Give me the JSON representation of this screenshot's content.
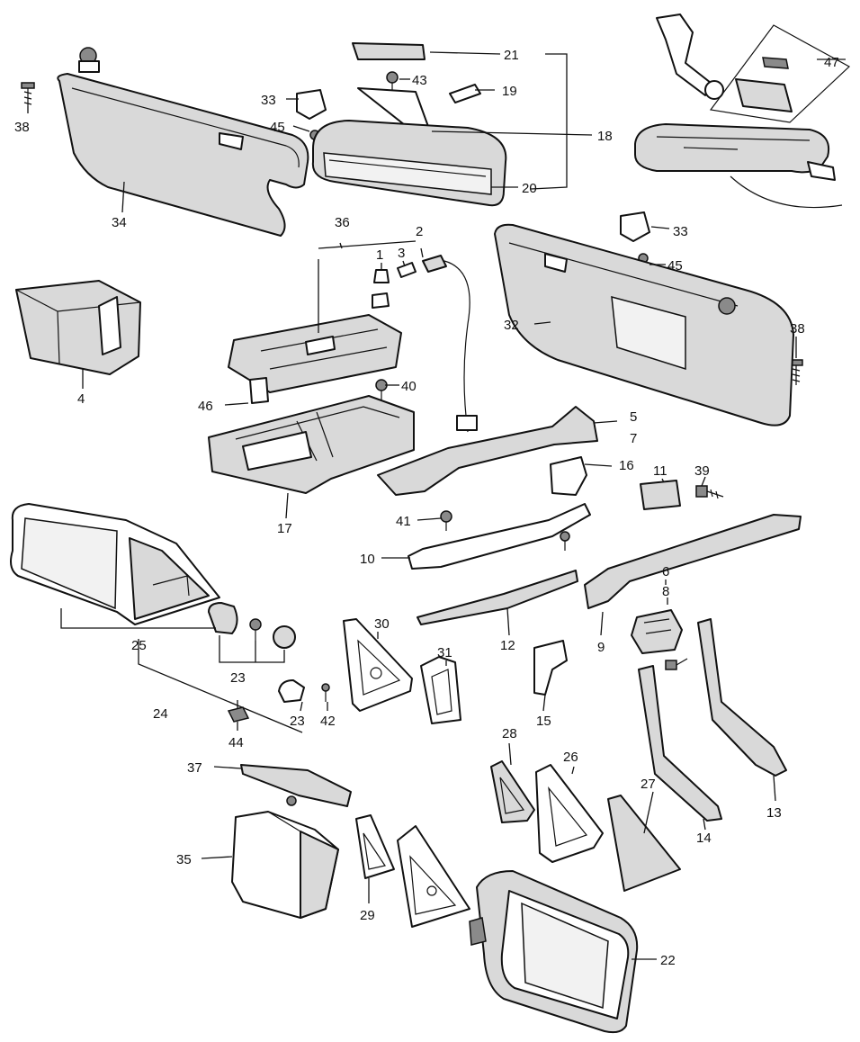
{
  "callouts": [
    "1",
    "2",
    "3",
    "4",
    "5",
    "6",
    "7",
    "8",
    "9",
    "10",
    "11",
    "12",
    "13",
    "14",
    "15",
    "16",
    "17",
    "18",
    "19",
    "20",
    "21",
    "22",
    "23",
    "23",
    "24",
    "25",
    "26",
    "27",
    "28",
    "29",
    "30",
    "31",
    "32",
    "33",
    "33",
    "34",
    "35",
    "36",
    "37",
    "38",
    "38",
    "39",
    "40",
    "41",
    "42",
    "43",
    "44",
    "45",
    "45",
    "46",
    "47"
  ]
}
